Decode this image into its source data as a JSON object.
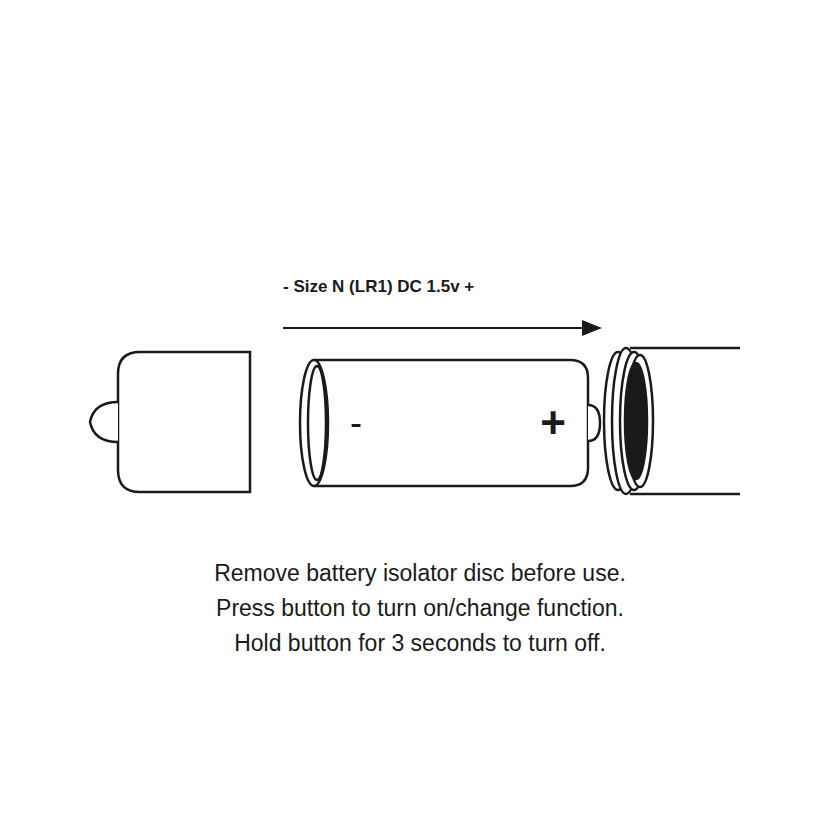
{
  "diagram": {
    "nodes": [
      {
        "text": [
          "-",
          "+"
        ]
      }
    ],
    "labels": [
      "- Size N (LR1) DC 1.5v +",
      "Remove battery isolator disc before use.",
      "Press button to turn on/change function.",
      "Hold button for 3 seconds to turn off."
    ]
  }
}
